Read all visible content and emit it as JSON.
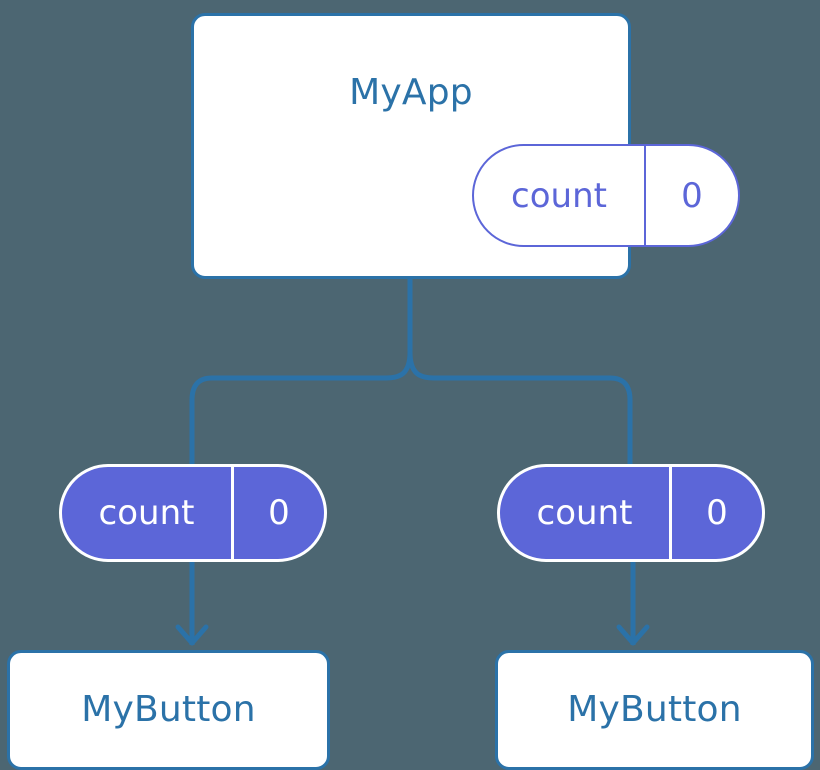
{
  "diagram": {
    "type": "component-tree",
    "background_color": "#4c6672",
    "colors": {
      "component_border": "#2b72a8",
      "component_text": "#2b72a8",
      "component_fill": "#ffffff",
      "state_accent": "#5c66d8",
      "pill_text_on_fill": "#ffffff",
      "connector": "#2b72a8"
    },
    "root": {
      "title": "MyApp",
      "state_pill": {
        "key": "count",
        "value": "0"
      }
    },
    "children": [
      {
        "props_pill": {
          "key": "count",
          "value": "0"
        },
        "title": "MyButton"
      },
      {
        "props_pill": {
          "key": "count",
          "value": "0"
        },
        "title": "MyButton"
      }
    ]
  }
}
